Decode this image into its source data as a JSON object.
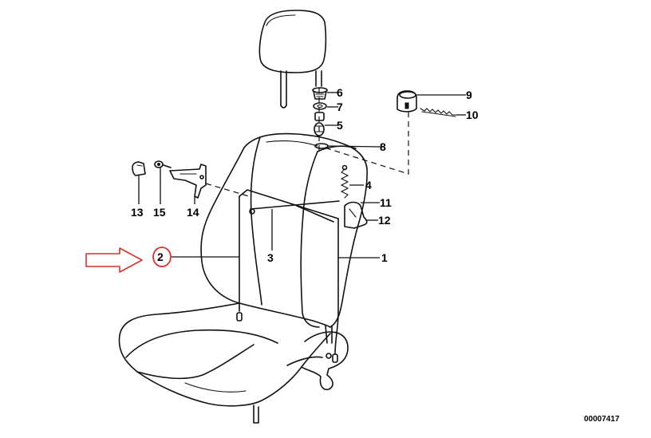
{
  "diagram": {
    "reference_number": "00007417",
    "highlight_color": "#d9332b",
    "line_color": "#111111",
    "parts": [
      {
        "id": "p1",
        "label": "1"
      },
      {
        "id": "p2",
        "label": "2",
        "highlighted": true
      },
      {
        "id": "p3",
        "label": "3"
      },
      {
        "id": "p4",
        "label": "4"
      },
      {
        "id": "p5",
        "label": "5"
      },
      {
        "id": "p6",
        "label": "6"
      },
      {
        "id": "p7",
        "label": "7"
      },
      {
        "id": "p8",
        "label": "8"
      },
      {
        "id": "p9",
        "label": "9"
      },
      {
        "id": "p10",
        "label": "10"
      },
      {
        "id": "p11",
        "label": "11"
      },
      {
        "id": "p12",
        "label": "12"
      },
      {
        "id": "p13",
        "label": "13"
      },
      {
        "id": "p14",
        "label": "14"
      },
      {
        "id": "p15",
        "label": "15"
      }
    ]
  }
}
